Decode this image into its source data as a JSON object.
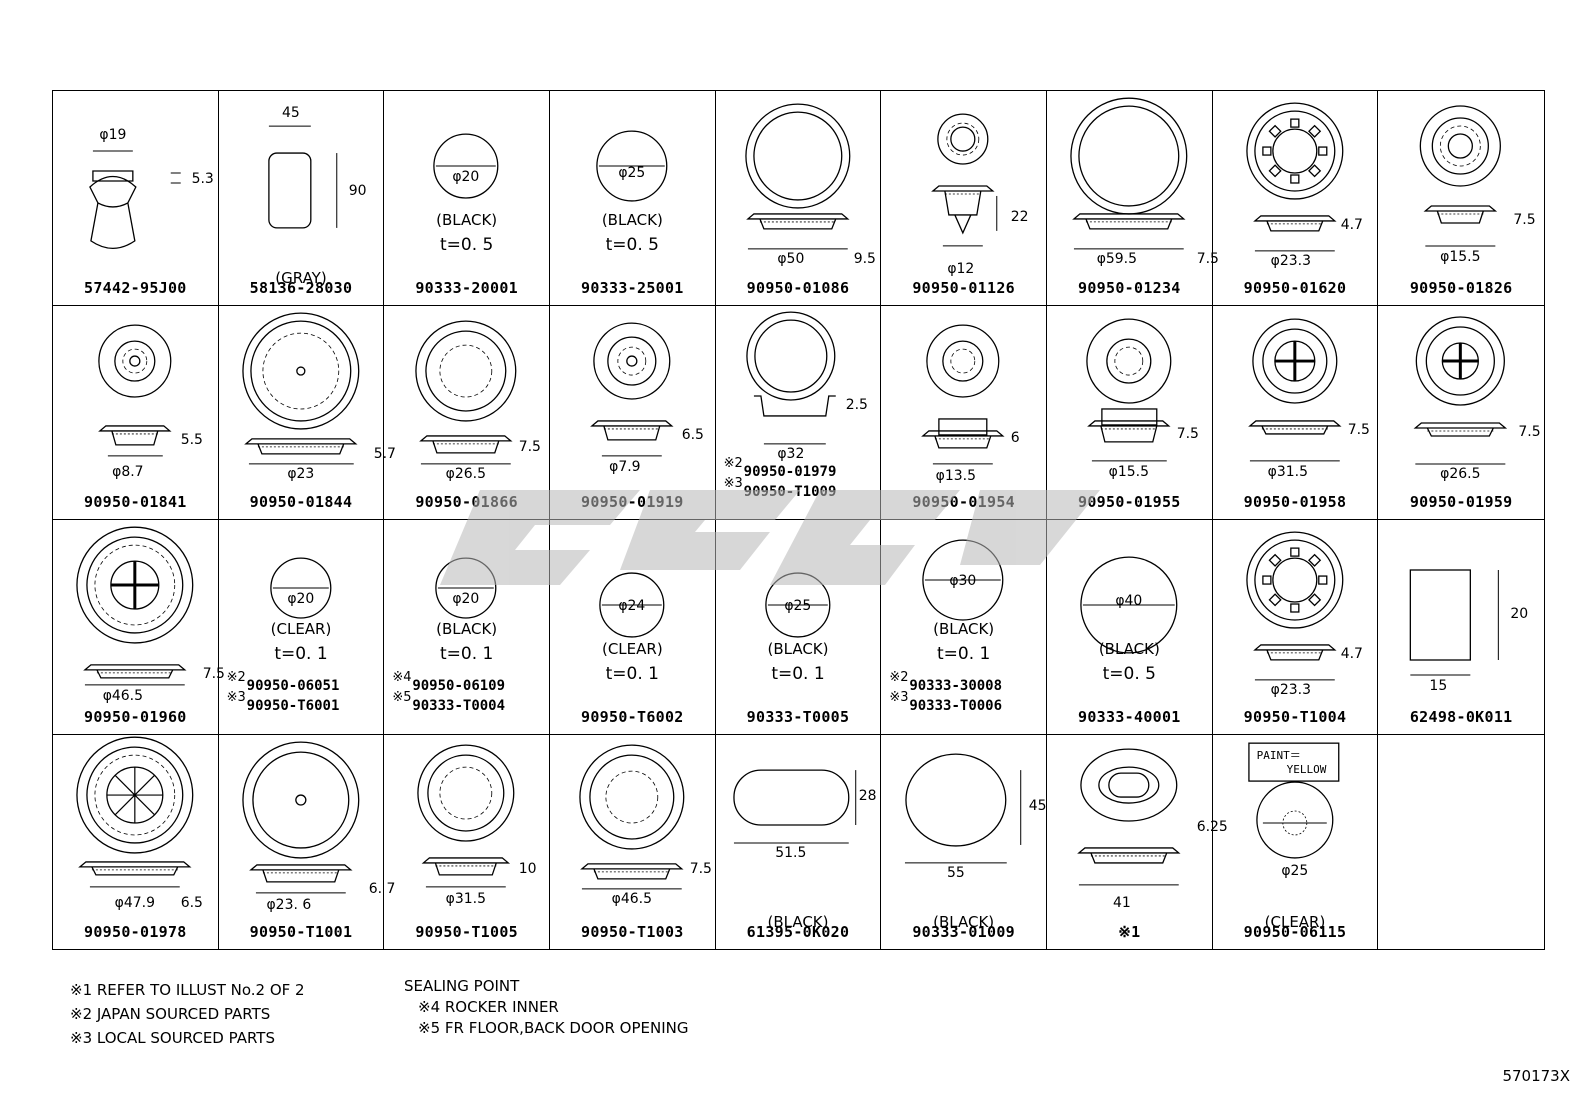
{
  "cells": [
    {
      "pn": "57442-95J00",
      "dims": [
        "φ19",
        "5.3"
      ]
    },
    {
      "pn": "58136-28030",
      "dims": [
        "45",
        "90"
      ],
      "color": "(GRAY)"
    },
    {
      "pn": "90333-20001",
      "dims": [
        "φ20"
      ],
      "color": "(BLACK)",
      "thick": "t=0. 5"
    },
    {
      "pn": "90333-25001",
      "dims": [
        "φ25"
      ],
      "color": "(BLACK)",
      "thick": "t=0. 5"
    },
    {
      "pn": "90950-01086",
      "dims": [
        "φ50",
        "9.5"
      ]
    },
    {
      "pn": "90950-01126",
      "dims": [
        "22",
        "φ12"
      ]
    },
    {
      "pn": "90950-01234",
      "dims": [
        "φ59.5",
        "7.5"
      ]
    },
    {
      "pn": "90950-01620",
      "dims": [
        "4.7",
        "φ23.3"
      ]
    },
    {
      "pn": "90950-01826",
      "dims": [
        "7.5",
        "φ15.5"
      ]
    },
    {
      "pn": "90950-01841",
      "dims": [
        "5.5",
        "φ8.7"
      ]
    },
    {
      "pn": "90950-01844",
      "dims": [
        "5.7",
        "φ23"
      ]
    },
    {
      "pn": "90950-01866",
      "dims": [
        "7.5",
        "φ26.5"
      ]
    },
    {
      "pn": "90950-01919",
      "dims": [
        "6.5",
        "φ7.9"
      ]
    },
    {
      "pn": "",
      "dims": [
        "2.5",
        "φ32"
      ],
      "subs": [
        {
          "mark": "※2",
          "pn": "90950-01979"
        },
        {
          "mark": "※3",
          "pn": "90950-T1009"
        }
      ]
    },
    {
      "pn": "90950-01954",
      "dims": [
        "6",
        "φ13.5"
      ]
    },
    {
      "pn": "90950-01955",
      "dims": [
        "7.5",
        "φ15.5"
      ]
    },
    {
      "pn": "90950-01958",
      "dims": [
        "7.5",
        "φ31.5"
      ]
    },
    {
      "pn": "90950-01959",
      "dims": [
        "7.5",
        "φ26.5"
      ]
    },
    {
      "pn": "90950-01960",
      "dims": [
        "7.5",
        "φ46.5"
      ]
    },
    {
      "pn": "",
      "dims": [
        "φ20"
      ],
      "color": "(CLEAR)",
      "thick": "t=0. 1",
      "subs": [
        {
          "mark": "※2",
          "pn": "90950-06051"
        },
        {
          "mark": "※3",
          "pn": "90950-T6001"
        }
      ]
    },
    {
      "pn": "",
      "dims": [
        "φ20"
      ],
      "color": "(BLACK)",
      "thick": "t=0. 1",
      "subs": [
        {
          "mark": "※4",
          "pn": "90950-06109"
        },
        {
          "mark": "※5",
          "pn": "90333-T0004"
        }
      ]
    },
    {
      "pn": "90950-T6002",
      "dims": [
        "φ24"
      ],
      "color": "(CLEAR)",
      "thick": "t=0. 1"
    },
    {
      "pn": "90333-T0005",
      "dims": [
        "φ25"
      ],
      "color": "(BLACK)",
      "thick": "t=0. 1"
    },
    {
      "pn": "",
      "dims": [
        "φ30"
      ],
      "color": "(BLACK)",
      "thick": "t=0. 1",
      "subs": [
        {
          "mark": "※2",
          "pn": "90333-30008"
        },
        {
          "mark": "※3",
          "pn": "90333-T0006"
        }
      ]
    },
    {
      "pn": "90333-40001",
      "dims": [
        "φ40"
      ],
      "color": "(BLACK)",
      "thick": "t=0. 5"
    },
    {
      "pn": "90950-T1004",
      "dims": [
        "4.7",
        "φ23.3"
      ]
    },
    {
      "pn": "62498-0K011",
      "dims": [
        "20",
        "15"
      ]
    },
    {
      "pn": "90950-01978",
      "dims": [
        "φ47.9",
        "6.5"
      ]
    },
    {
      "pn": "90950-T1001",
      "dims": [
        "6. 7",
        "φ23. 6"
      ]
    },
    {
      "pn": "90950-T1005",
      "dims": [
        "10",
        "φ31.5"
      ]
    },
    {
      "pn": "90950-T1003",
      "dims": [
        "7.5",
        "φ46.5"
      ]
    },
    {
      "pn": "61395-0K020",
      "dims": [
        "28",
        "51.5"
      ],
      "color": "(BLACK)"
    },
    {
      "pn": "90333-01009",
      "dims": [
        "45",
        "55"
      ],
      "color": "(BLACK)"
    },
    {
      "pn": "※1",
      "dims": [
        "6.25",
        "41"
      ]
    },
    {
      "pn": "90950-06115",
      "dims": [
        "φ25"
      ],
      "color": "(CLEAR)",
      "paint": [
        "PAINT＝",
        "YELLOW"
      ]
    },
    {
      "pn": "",
      "dims": []
    }
  ],
  "footer": {
    "notes": [
      "※1  REFER TO ILLUST No.2 OF 2",
      "※2  JAPAN SOURCED PARTS",
      "※3  LOCAL SOURCED PARTS"
    ],
    "sealing_title": "SEALING POINT",
    "sealing": [
      "※4  ROCKER INNER",
      "※5  FR FLOOR,BACK DOOR OPENING"
    ]
  },
  "drawing_number": "570173X",
  "watermark_color": "#b8b8b8"
}
